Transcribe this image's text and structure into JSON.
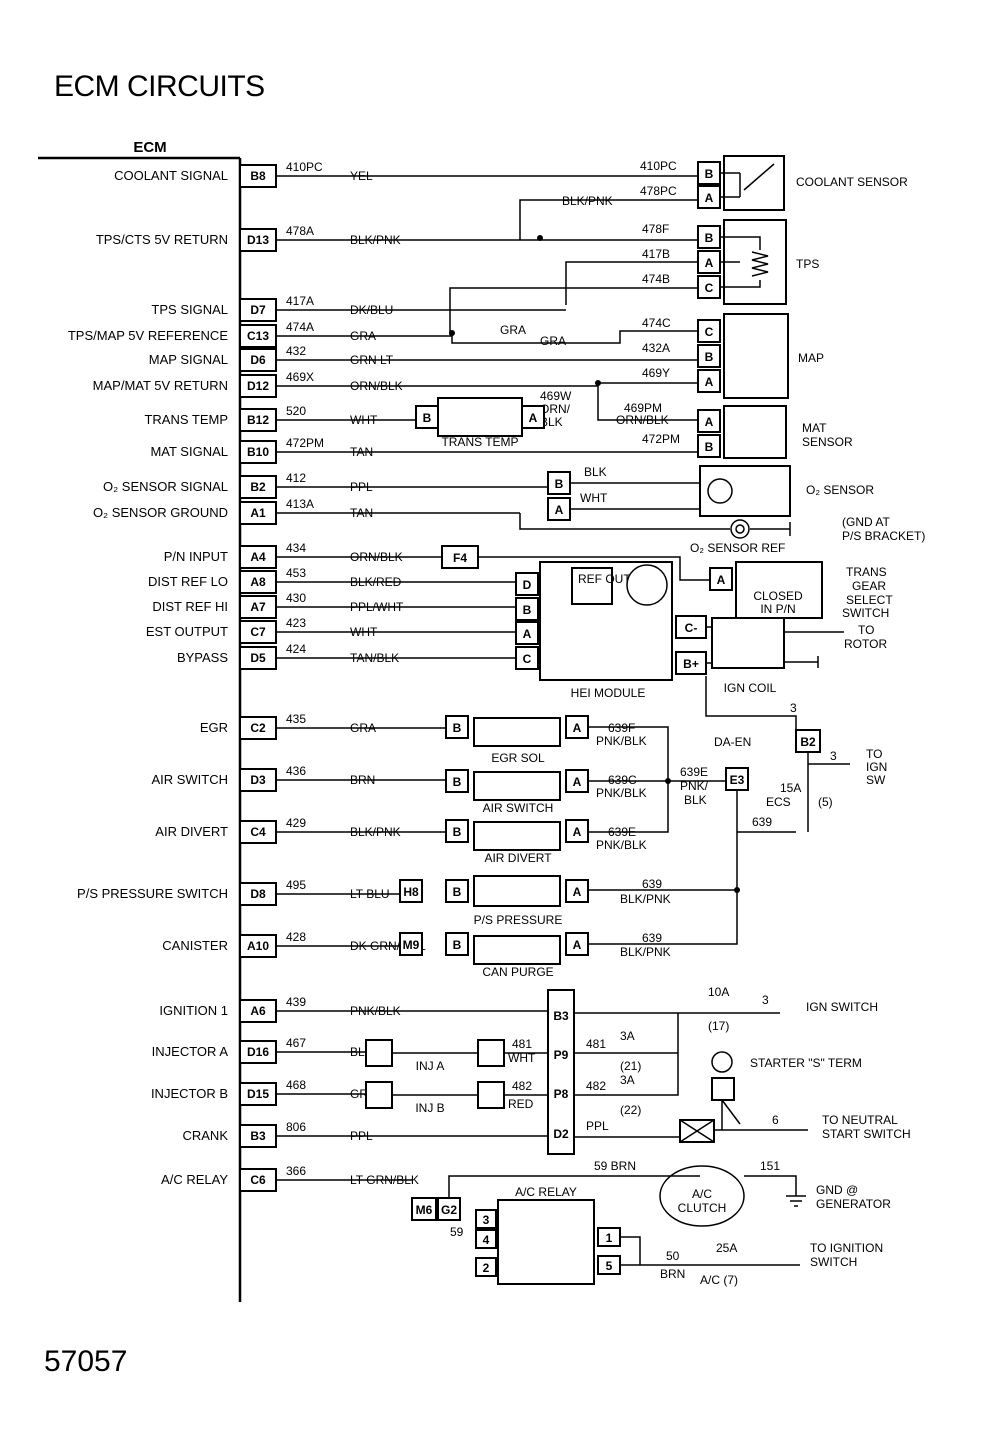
{
  "title": "ECM CIRCUITS",
  "figure_number": "57057",
  "ecm_label": "ECM",
  "ecm_circuits": [
    {
      "signal": "COOLANT SIGNAL",
      "pin": "B8",
      "circuit": "410PC",
      "wire": "YEL"
    },
    {
      "signal": "TPS/CTS 5V RETURN",
      "pin": "D13",
      "circuit": "478A",
      "wire": "BLK/PNK"
    },
    {
      "signal": "TPS SIGNAL",
      "pin": "D7",
      "circuit": "417A",
      "wire": "DK/BLU"
    },
    {
      "signal": "TPS/MAP 5V REFERENCE",
      "pin": "C13",
      "circuit": "474A",
      "wire": "GRA"
    },
    {
      "signal": "MAP SIGNAL",
      "pin": "D6",
      "circuit": "432",
      "wire": "GRN LT"
    },
    {
      "signal": "MAP/MAT 5V RETURN",
      "pin": "D12",
      "circuit": "469X",
      "wire": "ORN/BLK"
    },
    {
      "signal": "TRANS TEMP",
      "pin": "B12",
      "circuit": "520",
      "wire": "WHT"
    },
    {
      "signal": "MAT SIGNAL",
      "pin": "B10",
      "circuit": "472PM",
      "wire": "TAN"
    },
    {
      "signal": "O₂ SENSOR SIGNAL",
      "pin": "B2",
      "circuit": "412",
      "wire": "PPL"
    },
    {
      "signal": "O₂ SENSOR GROUND",
      "pin": "A1",
      "circuit": "413A",
      "wire": "TAN"
    },
    {
      "signal": "P/N INPUT",
      "pin": "A4",
      "circuit": "434",
      "wire": "ORN/BLK"
    },
    {
      "signal": "DIST REF LO",
      "pin": "A8",
      "circuit": "453",
      "wire": "BLK/RED"
    },
    {
      "signal": "DIST REF HI",
      "pin": "A7",
      "circuit": "430",
      "wire": "PPL/WHT"
    },
    {
      "signal": "EST OUTPUT",
      "pin": "C7",
      "circuit": "423",
      "wire": "WHT"
    },
    {
      "signal": "BYPASS",
      "pin": "D5",
      "circuit": "424",
      "wire": "TAN/BLK"
    },
    {
      "signal": "EGR",
      "pin": "C2",
      "circuit": "435",
      "wire": "GRA"
    },
    {
      "signal": "AIR SWITCH",
      "pin": "D3",
      "circuit": "436",
      "wire": "BRN"
    },
    {
      "signal": "AIR DIVERT",
      "pin": "C4",
      "circuit": "429",
      "wire": "BLK/PNK"
    },
    {
      "signal": "P/S PRESSURE SWITCH",
      "pin": "D8",
      "circuit": "495",
      "wire": "LT BLU"
    },
    {
      "signal": "CANISTER",
      "pin": "A10",
      "circuit": "428",
      "wire": "DK GRN/ YEL"
    },
    {
      "signal": "IGNITION 1",
      "pin": "A6",
      "circuit": "439",
      "wire": "PNK/BLK"
    },
    {
      "signal": "INJECTOR A",
      "pin": "D16",
      "circuit": "467",
      "wire": "BLU"
    },
    {
      "signal": "INJECTOR B",
      "pin": "D15",
      "circuit": "468",
      "wire": "GRN"
    },
    {
      "signal": "CRANK",
      "pin": "B3",
      "circuit": "806",
      "wire": "PPL"
    },
    {
      "signal": "A/C RELAY",
      "pin": "C6",
      "circuit": "366",
      "wire": "LT GRN/BLK"
    }
  ],
  "components": {
    "coolant": "COOLANT SENSOR",
    "tps": "TPS",
    "map": "MAP",
    "mat": "MAT SENSOR",
    "trans_temp": "TRANS TEMP",
    "o2": "O₂ SENSOR",
    "o2_ref": "O₂ SENSOR REF",
    "gnd_ps": "(GND AT P/S BRACKET)",
    "trans_switch": "TRANS GEAR SELECT SWITCH",
    "closed_pn": "CLOSED IN P/N",
    "ref_out": "REF OUT",
    "hei": "HEI MODULE",
    "ign_coil": "IGN COIL",
    "to_rotor": "TO ROTOR",
    "egr_sol": "EGR SOL",
    "air_switch": "AIR SWITCH",
    "air_divert": "AIR DIVERT",
    "ps_pressure": "P/S PRESSURE",
    "can_purge": "CAN PURGE",
    "inj_a": "INJ A",
    "inj_b": "INJ B",
    "ign_switch": "IGN SWITCH",
    "starter": "STARTER \"S\" TERM",
    "neutral": "TO NEUTRAL START SWITCH",
    "ac_relay": "A/C RELAY",
    "ac_clutch": "A/C CLUTCH",
    "gnd_gen": "GND @ GENERATOR",
    "to_ign": "TO IGNITION SWITCH",
    "to_ign_sw": "TO IGN SW",
    "da_en": "DA-EN",
    "ecs_fuse": "15A ECS (5)",
    "fuse_17": "10A (17)",
    "fuse_21": "3A (21)",
    "fuse_22": "3A (22)",
    "fuse_7": "25A A/C (7)"
  }
}
